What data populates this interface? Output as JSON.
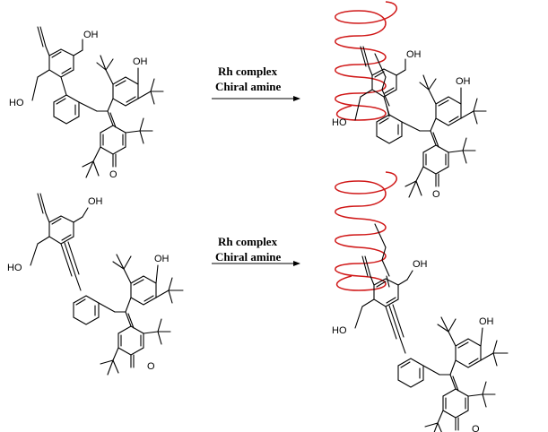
{
  "reactions": [
    {
      "id": "reaction-1",
      "conditions": [
        "Rh complex",
        "Chiral amine"
      ]
    },
    {
      "id": "reaction-2",
      "conditions": [
        "Rh complex",
        "Chiral amine"
      ]
    }
  ],
  "atom_labels": {
    "oh": "OH",
    "ho": "HO",
    "o": "O"
  },
  "colors": {
    "helix": "#d01818",
    "bonds": "#000000"
  }
}
